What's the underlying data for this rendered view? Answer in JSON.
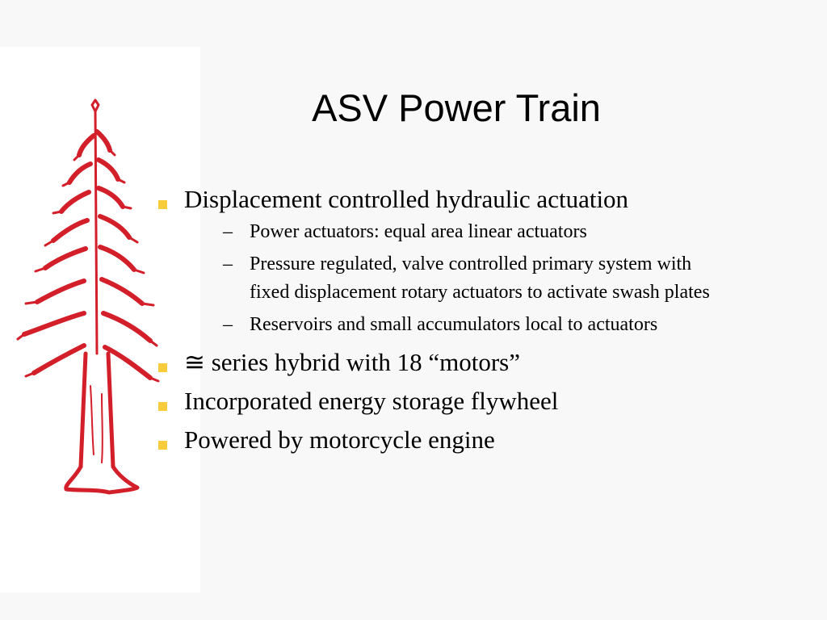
{
  "slide": {
    "title": "ASV Power Train",
    "logo_icon": "redwood-tree-icon",
    "colors": {
      "tree": "#d31f2a",
      "bullet": "#f8cc3a",
      "background": "#f8f8f9"
    },
    "bullets": [
      {
        "text": "Displacement controlled hydraulic actuation",
        "subs": [
          "Power actuators: equal area linear actuators",
          "Pressure regulated, valve controlled primary system with fixed displacement rotary actuators to activate swash plates",
          "Reservoirs and small accumulators local to actuators"
        ]
      },
      {
        "text": "≅ series hybrid with 18 “motors”",
        "subs": []
      },
      {
        "text": "Incorporated energy storage flywheel",
        "subs": []
      },
      {
        "text": "Powered by motorcycle engine",
        "subs": []
      }
    ],
    "dash": "–"
  }
}
